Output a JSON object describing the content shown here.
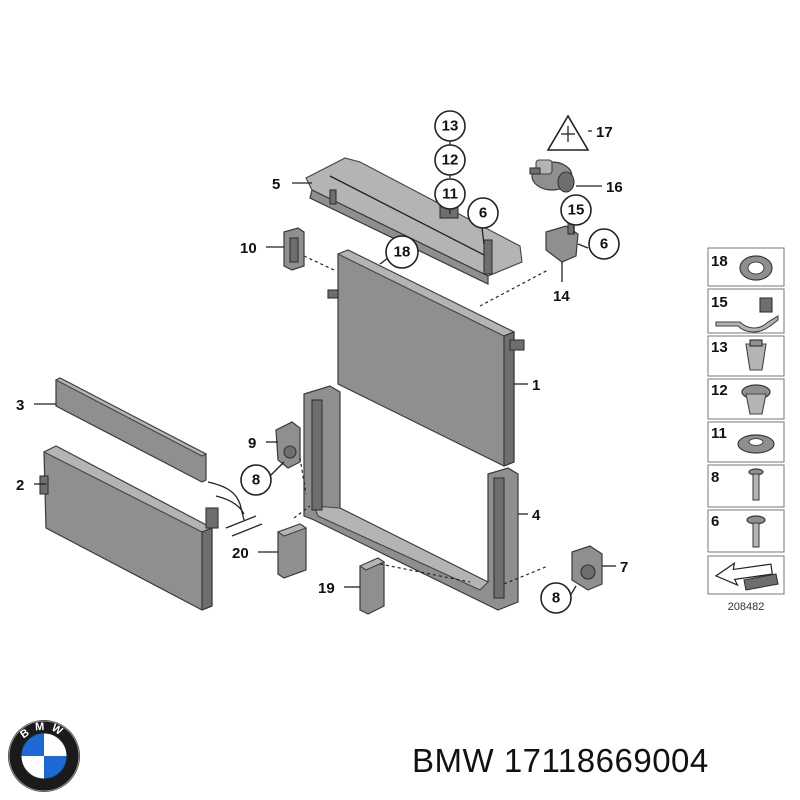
{
  "diagram": {
    "callouts": [
      {
        "id": "c13",
        "label": "13"
      },
      {
        "id": "c12",
        "label": "12"
      },
      {
        "id": "c11",
        "label": "11"
      },
      {
        "id": "c6a",
        "label": "6"
      },
      {
        "id": "c15",
        "label": "15"
      },
      {
        "id": "c6b",
        "label": "6"
      },
      {
        "id": "c18",
        "label": "18"
      },
      {
        "id": "c8a",
        "label": "8"
      },
      {
        "id": "c8b",
        "label": "8"
      }
    ],
    "labels": [
      {
        "id": "l17",
        "label": "17"
      },
      {
        "id": "l16",
        "label": "16"
      },
      {
        "id": "l5",
        "label": "5"
      },
      {
        "id": "l10",
        "label": "10"
      },
      {
        "id": "l14",
        "label": "14"
      },
      {
        "id": "l1",
        "label": "1"
      },
      {
        "id": "l3",
        "label": "3"
      },
      {
        "id": "l9",
        "label": "9"
      },
      {
        "id": "l2",
        "label": "2"
      },
      {
        "id": "l4",
        "label": "4"
      },
      {
        "id": "l20",
        "label": "20"
      },
      {
        "id": "l7",
        "label": "7"
      },
      {
        "id": "l19",
        "label": "19"
      }
    ],
    "parts_panel": [
      "18",
      "15",
      "13",
      "12",
      "11",
      "8",
      "6"
    ],
    "diagram_id": "208482"
  },
  "footer": {
    "brand_text": "BMW 17118669004",
    "logo_letters": "BMW"
  },
  "colors": {
    "logo_blue": "#1c69d4",
    "logo_ring": "#1a1a1a",
    "part_gray": "#8f8f8f"
  }
}
